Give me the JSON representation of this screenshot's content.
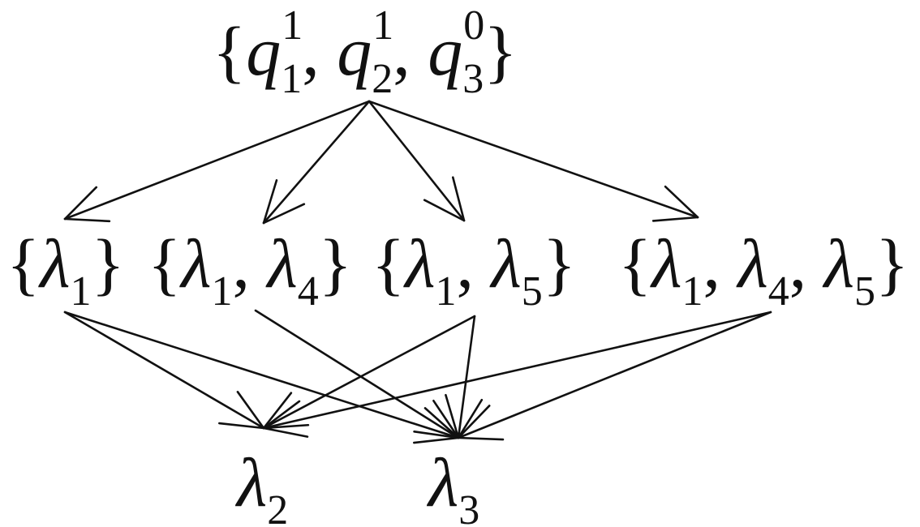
{
  "nodes": [
    {
      "id": "top",
      "terms": [
        {
          "base": "q",
          "sub": "1",
          "sup": "1"
        },
        {
          "base": "q",
          "sub": "2",
          "sup": "1"
        },
        {
          "base": "q",
          "sub": "3",
          "sup": "0"
        }
      ],
      "braces": true
    },
    {
      "id": "m1",
      "terms": [
        {
          "base": "λ",
          "sub": "1"
        }
      ],
      "braces": true
    },
    {
      "id": "m2",
      "terms": [
        {
          "base": "λ",
          "sub": "1"
        },
        {
          "base": "λ",
          "sub": "4"
        }
      ],
      "braces": true
    },
    {
      "id": "m3",
      "terms": [
        {
          "base": "λ",
          "sub": "1"
        },
        {
          "base": "λ",
          "sub": "5"
        }
      ],
      "braces": true
    },
    {
      "id": "m4",
      "terms": [
        {
          "base": "λ",
          "sub": "1"
        },
        {
          "base": "λ",
          "sub": "4"
        },
        {
          "base": "λ",
          "sub": "5"
        }
      ],
      "braces": true
    },
    {
      "id": "b2",
      "terms": [
        {
          "base": "λ",
          "sub": "2"
        }
      ],
      "braces": false
    },
    {
      "id": "b3",
      "terms": [
        {
          "base": "λ",
          "sub": "3"
        }
      ],
      "braces": false
    }
  ],
  "edges": [
    [
      "top",
      "m1"
    ],
    [
      "top",
      "m2"
    ],
    [
      "top",
      "m3"
    ],
    [
      "top",
      "m4"
    ],
    [
      "m1",
      "b2"
    ],
    [
      "m1",
      "b3"
    ],
    [
      "m2",
      "b3"
    ],
    [
      "m3",
      "b2"
    ],
    [
      "m3",
      "b3"
    ],
    [
      "m4",
      "b2"
    ],
    [
      "m4",
      "b3"
    ]
  ]
}
